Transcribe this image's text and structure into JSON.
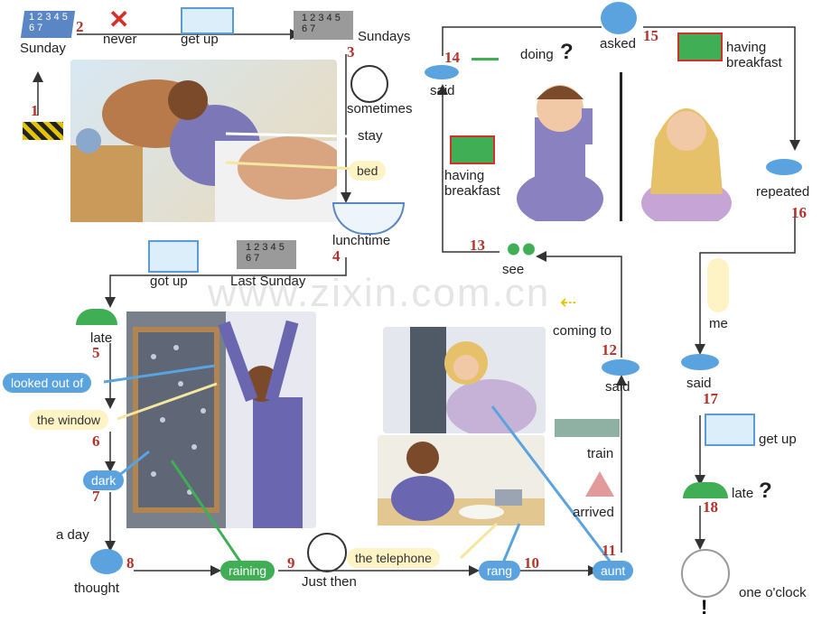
{
  "numbers": [
    "1",
    "2",
    "3",
    "4",
    "5",
    "6",
    "7",
    "8",
    "9",
    "10",
    "11",
    "12",
    "13",
    "14",
    "15",
    "16",
    "17",
    "18"
  ],
  "labels": {
    "sunday": "Sunday",
    "never": "never",
    "get_up_top": "get up",
    "sundays": "Sundays",
    "sometimes": "sometimes",
    "stay": "stay",
    "bed": "bed",
    "lunchtime": "lunchtime",
    "got_up": "got up",
    "last_sunday": "Last Sunday",
    "late": "late",
    "looked_out_of": "looked out of",
    "the_window": "the window",
    "dark": "dark",
    "a_day": "a day",
    "thought": "thought",
    "raining": "raining",
    "just_then": "Just then",
    "the_telephone": "the telephone",
    "rang": "rang",
    "aunt": "aunt",
    "arrived": "arrived",
    "train": "train",
    "said_12": "said",
    "coming_to": "coming to",
    "see": "see",
    "said_14": "said",
    "doing": "doing",
    "asked": "asked",
    "having_breakfast_top_1": "having",
    "having_breakfast_top_2": "breakfast",
    "having_breakfast_left_1": "having",
    "having_breakfast_left_2": "breakfast",
    "repeated": "repeated",
    "me": "me",
    "said_17": "said",
    "get_up_right": "get up",
    "late_q": "late",
    "one_oclock": "one o'clock"
  },
  "calendar": {
    "top_left": "1 2 3 4 5\n6 7",
    "top_mid": "1 2 3 4 5\n6 7",
    "mid": "1 2 3 4 5\n6 7"
  },
  "watermark": "www.zixin.com.cn",
  "colors": {
    "number": "#b3332b",
    "blue_pill": "#5aa3df",
    "green_pill": "#3fae55",
    "yellow_pill": "#fdf3c4"
  }
}
